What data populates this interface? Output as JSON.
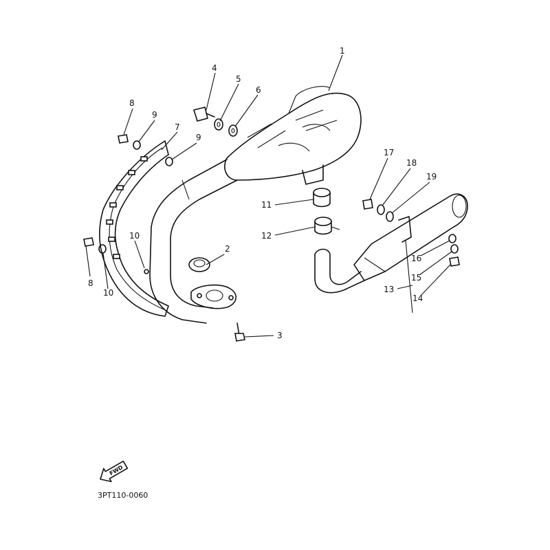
{
  "diagram": {
    "drawing_code": "3PT110-0060",
    "direction_label": "FWD",
    "labels": {
      "p1": "1",
      "p2": "2",
      "p3": "3",
      "p4": "4",
      "p5": "5",
      "p6": "6",
      "p7": "7",
      "p8a": "8",
      "p8b": "8",
      "p9a": "9",
      "p9b": "9",
      "p10a": "10",
      "p10b": "10",
      "p11": "11",
      "p12": "12",
      "p13": "13",
      "p14": "14",
      "p15": "15",
      "p16": "16",
      "p17": "17",
      "p18": "18",
      "p19": "19"
    }
  }
}
